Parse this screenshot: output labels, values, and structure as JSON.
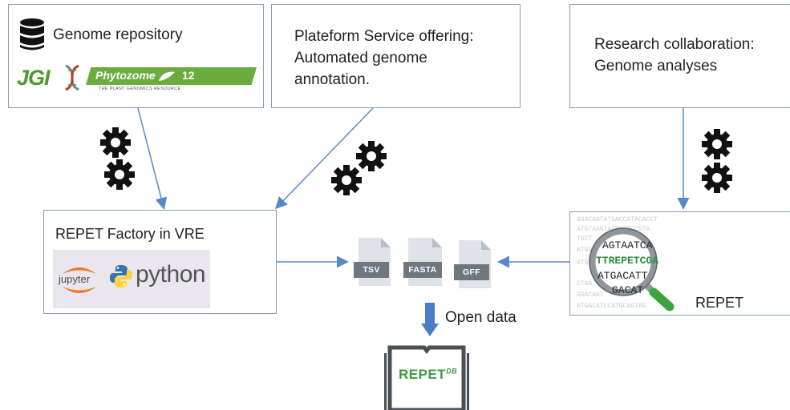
{
  "boxes": {
    "genome_repo": {
      "title": "Genome repository",
      "jgi_logo": "JGI",
      "phytozome_name": "Phytozome",
      "phytozome_version": "12",
      "phytozome_tagline": "THE PLANT GENOMICS RESOURCE"
    },
    "platform": {
      "line1": "Plateform Service offering:",
      "line2": "Automated genome",
      "line3": "annotation."
    },
    "research": {
      "line1": "Research collaboration:",
      "line2": "Genome analyses"
    },
    "factory": {
      "title": "REPET Factory in VRE",
      "jupyter": "jupyter",
      "python": "python"
    },
    "repet_tool": {
      "label": "REPET",
      "seq_lines": [
        "GGACAGTATGACCATACACCT",
        "ATGTAAGTACTCGTCCGTA",
        "TGCT",
        "ATGC",
        "ATGC",
        "CTGA",
        "GGACAGT",
        "ATGACATCCATGCAGTAG"
      ],
      "lens_lines": [
        "AGTAATCA",
        "TTREPETCGA",
        "ATGACATT",
        "GACAT"
      ]
    }
  },
  "files": [
    "TSV",
    "FASTA",
    "GFF"
  ],
  "open_data": {
    "label": "Open data"
  },
  "repetdb": {
    "name": "REPET",
    "superscript": "DB"
  },
  "colors": {
    "arrow": "#5b86c7",
    "border": "#8a9bb8",
    "file": "#6d7780",
    "file_light": "#dfe3e7",
    "green": "#2e8b3a",
    "jgi_green": "#4a9a2e"
  }
}
